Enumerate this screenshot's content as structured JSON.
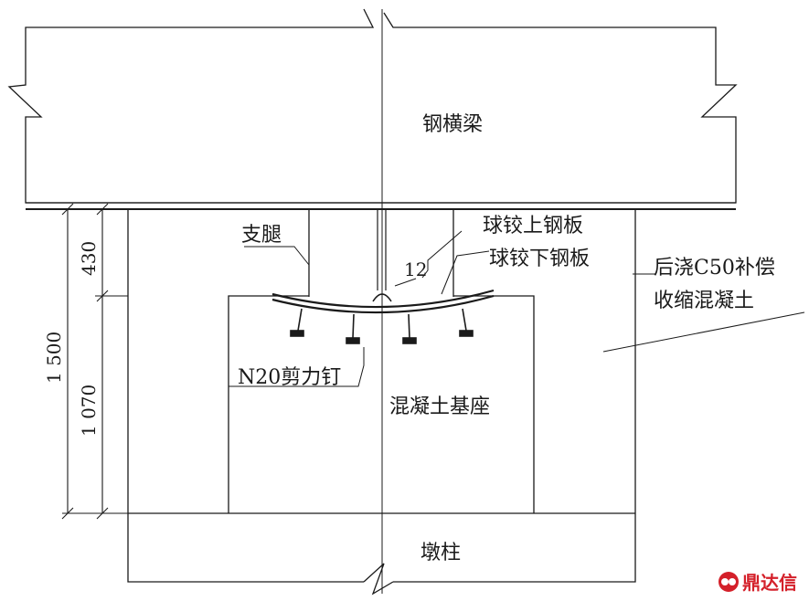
{
  "labels": {
    "steel_beam": "钢横梁",
    "leg": "支腿",
    "upper_plate": "球铰上钢板",
    "lower_plate": "球铰下钢板",
    "gap": "12",
    "backfill_line1": "后浇C50补偿",
    "backfill_line2": "收缩混凝土",
    "studs": "N20剪力钉",
    "concrete_base": "混凝土基座",
    "pier": "墩柱"
  },
  "dimensions": {
    "total": "1 500",
    "upper": "430",
    "lower": "1 070"
  },
  "watermark": {
    "text": "鼎达信",
    "color": "#d4202a"
  }
}
